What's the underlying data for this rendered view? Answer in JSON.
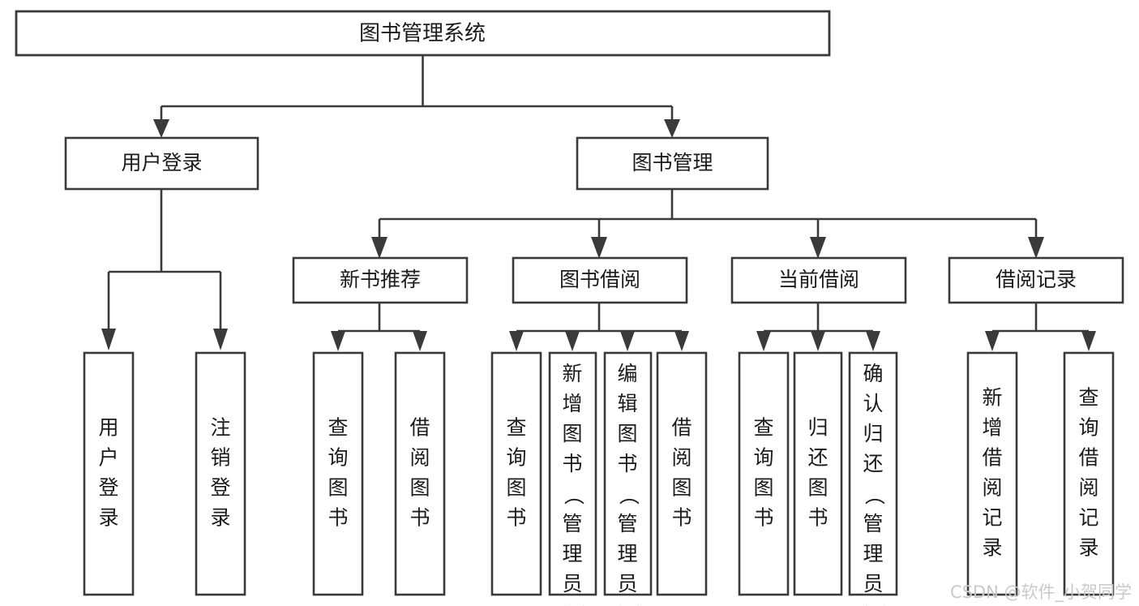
{
  "diagram": {
    "title": "图书管理系统",
    "type": "tree-hierarchy",
    "orientation": "top-down",
    "colors": {
      "background": "#ffffff",
      "node_fill": "#ffffff",
      "node_stroke": "#3a3a3a",
      "text": "#1b1b1b",
      "watermark": "#c9c9c9"
    },
    "root": {
      "label": "图书管理系统"
    },
    "level2": [
      {
        "label": "用户登录"
      },
      {
        "label": "图书管理"
      }
    ],
    "level3": [
      {
        "label": "新书推荐"
      },
      {
        "label": "图书借阅"
      },
      {
        "label": "当前借阅"
      },
      {
        "label": "借阅记录"
      }
    ],
    "leaves": {
      "user_login": [
        {
          "label": "用户登录"
        },
        {
          "label": "注销登录"
        }
      ],
      "new_book_recommend": [
        {
          "label": "查询图书"
        },
        {
          "label": "借阅图书"
        }
      ],
      "book_borrow": [
        {
          "label": "查询图书"
        },
        {
          "label": "新增图书（管理员）"
        },
        {
          "label": "编辑图书（管理员）"
        },
        {
          "label": "借阅图书"
        }
      ],
      "current_borrow": [
        {
          "label": "查询图书"
        },
        {
          "label": "归还图书"
        },
        {
          "label": "确认归还（管理员）"
        }
      ],
      "borrow_record": [
        {
          "label": "新增借阅记录"
        },
        {
          "label": "查询借阅记录"
        }
      ]
    },
    "watermark": "CSDN @软件_小贺同学"
  }
}
